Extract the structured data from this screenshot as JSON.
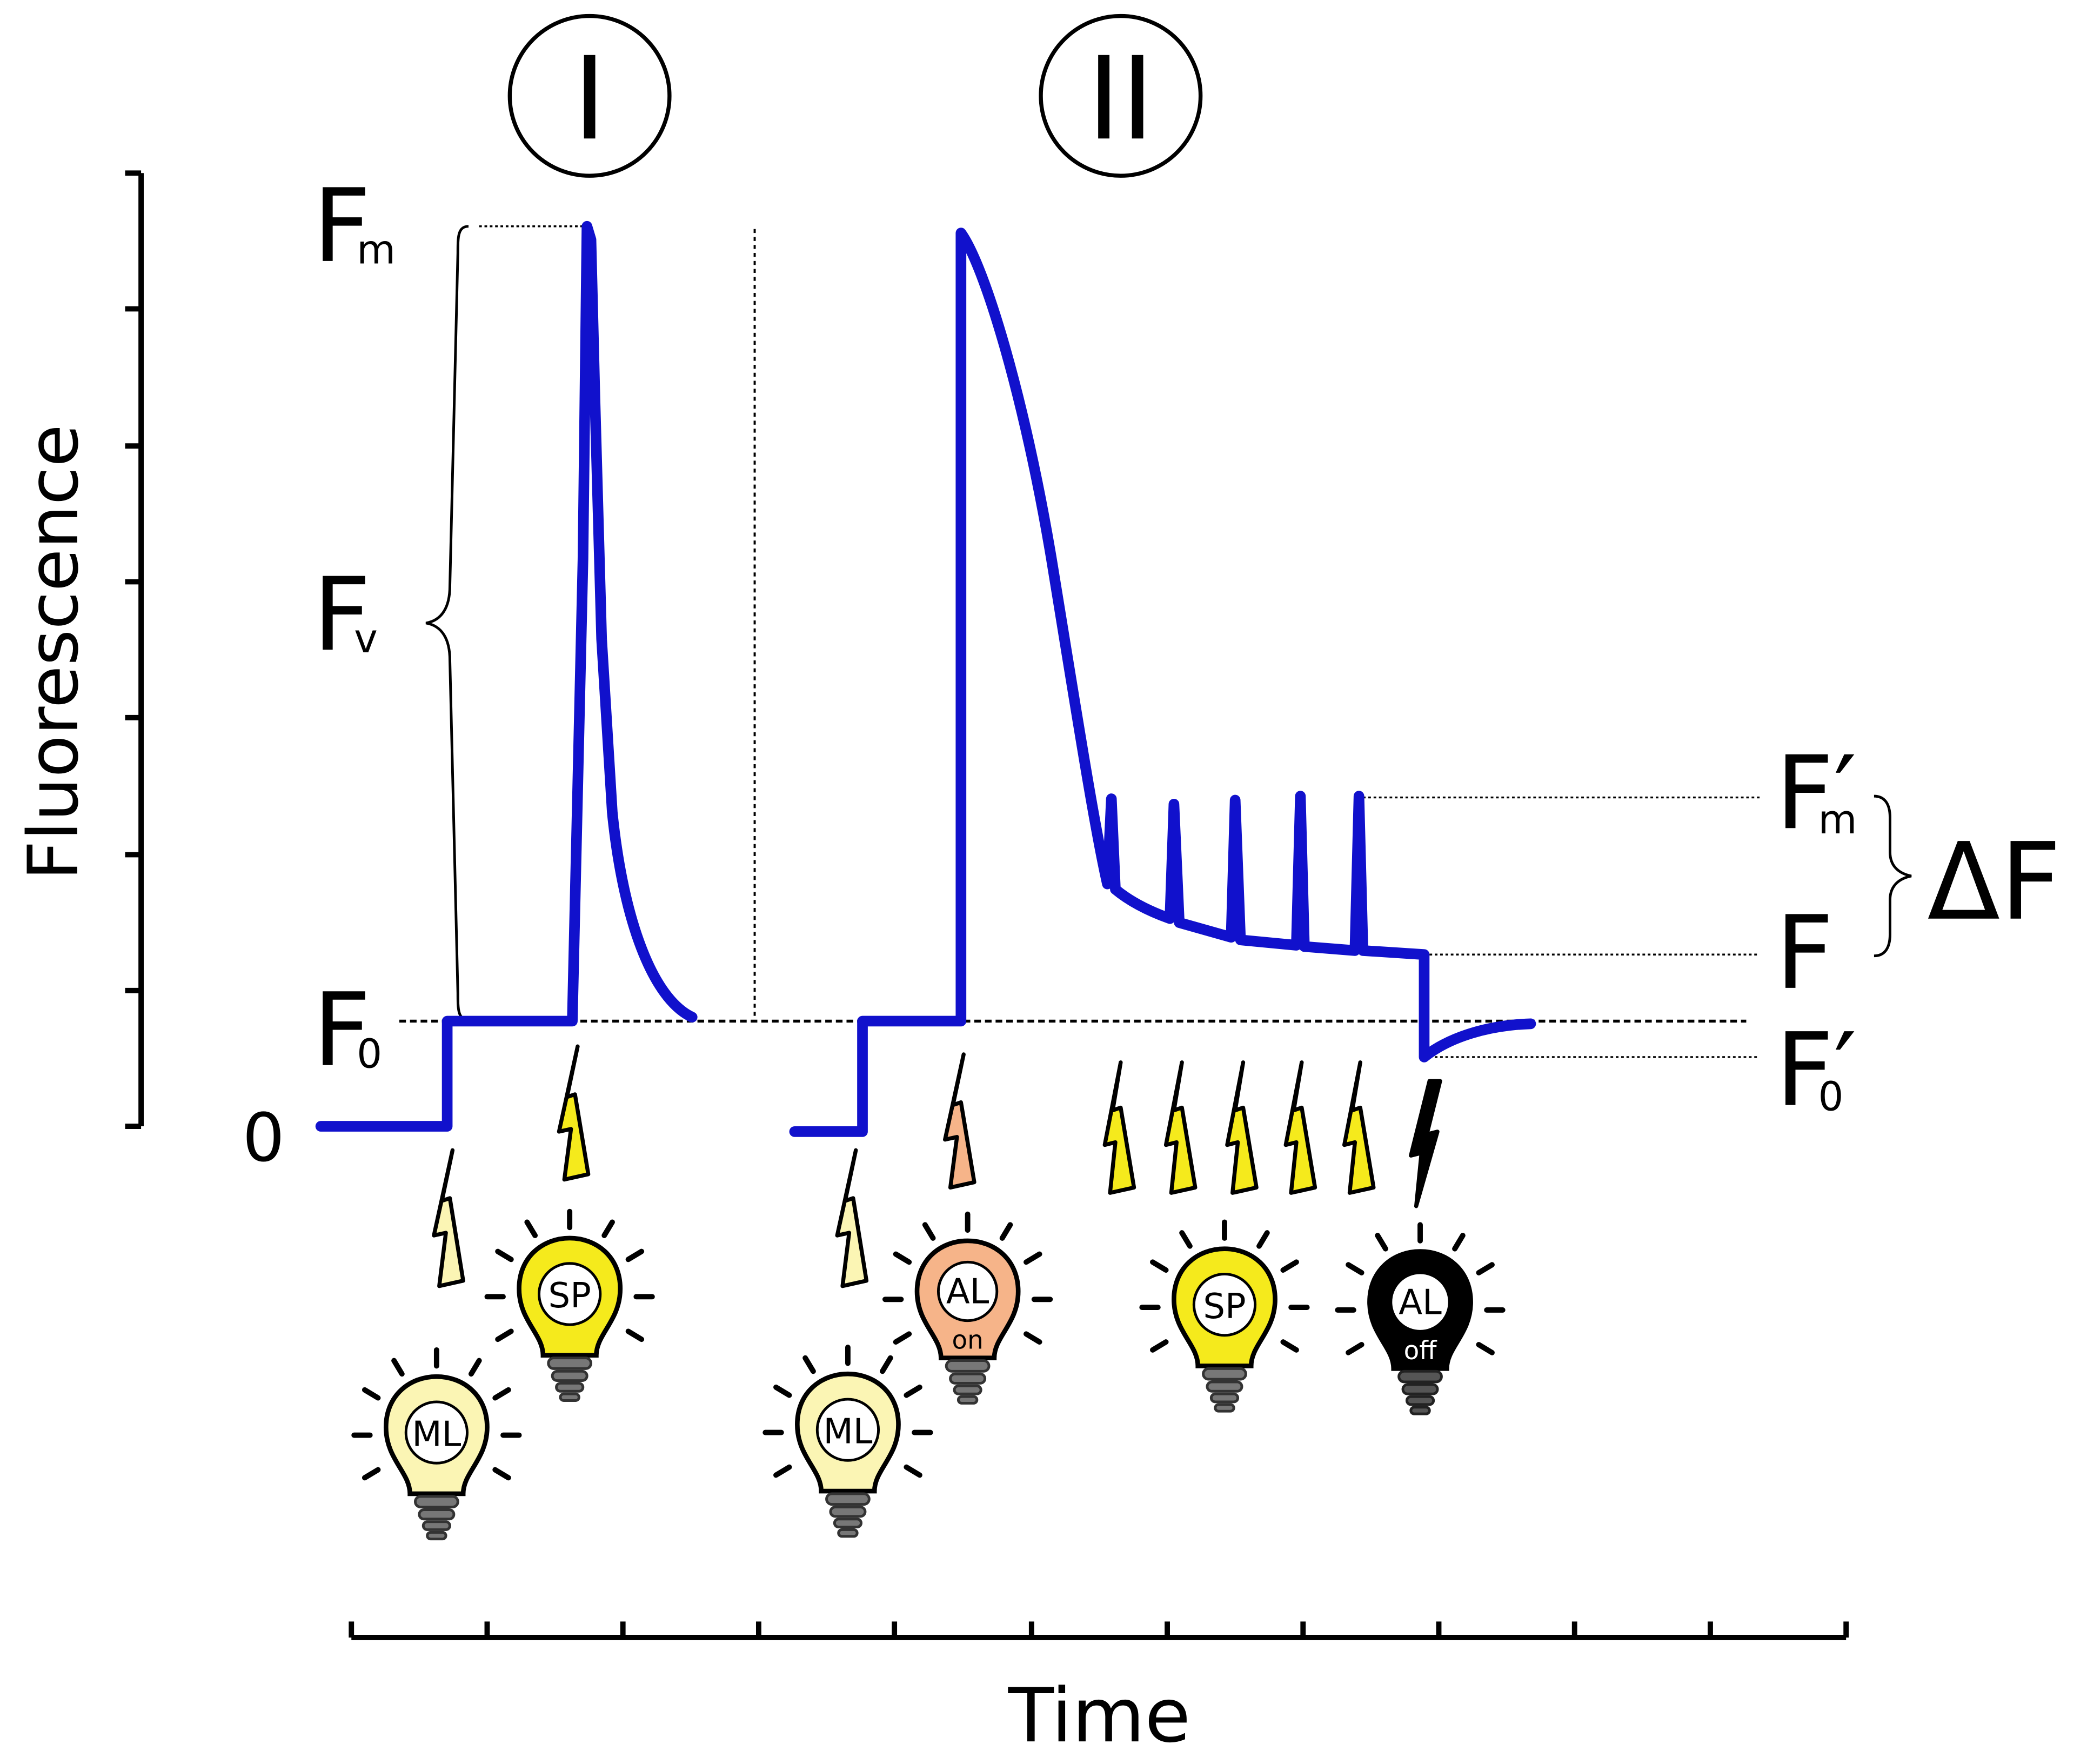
{
  "phases": [
    "I",
    "II"
  ],
  "axes": {
    "ylabel": "Fluorescence",
    "xlabel": "Time",
    "zero_label": "0"
  },
  "levels": {
    "fm": {
      "main": "F",
      "sub": "m"
    },
    "fv": {
      "main": "F",
      "sub": "v"
    },
    "f0": {
      "main": "F",
      "sub": "0"
    },
    "fm_prime": {
      "main": "F′",
      "sub": "m"
    },
    "f": {
      "main": "F"
    },
    "f0_prime": {
      "main": "F′",
      "sub": "0"
    },
    "delta_f": "ΔF"
  },
  "bulbs": {
    "ml_1": {
      "label": "ML",
      "color": "#fbf5b4"
    },
    "sp_1": {
      "label": "SP",
      "color": "#f5ea1c"
    },
    "ml_2": {
      "label": "ML",
      "color": "#fbf5b4"
    },
    "al_on": {
      "label": "AL",
      "sublabel": "on",
      "color": "#f6b489"
    },
    "sp_2": {
      "label": "SP",
      "color": "#f5ea1c"
    },
    "al_off": {
      "label": "AL",
      "sublabel": "off",
      "color": "#000000"
    }
  },
  "colors": {
    "trace": "#1111cc",
    "ml_flash": "#fbf5b4",
    "sp_flash": "#f5ea1c",
    "al_on_flash": "#f6b489",
    "al_off_flash": "#000000"
  }
}
